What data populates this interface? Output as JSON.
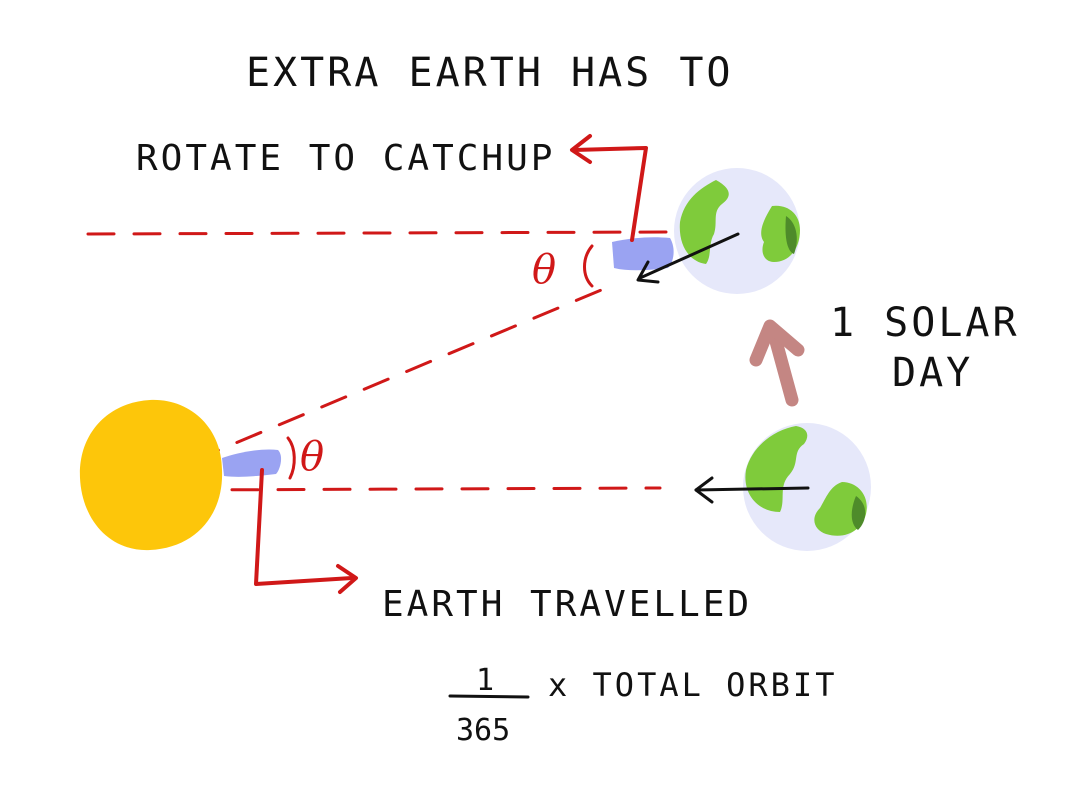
{
  "labels": {
    "extra_line1": "EXTRA EARTH HAS TO",
    "extra_line2": "ROTATE TO CATCHUP",
    "solar_day_line1": "1 SOLAR",
    "solar_day_line2": "DAY",
    "earth_travelled": "EARTH TRAVELLED",
    "fraction_numerator": "1",
    "fraction_denominator": "365",
    "times_total_orbit": "x TOTAL ORBIT"
  },
  "angle_symbols": {
    "top": "θ",
    "bottom": "θ"
  },
  "colors": {
    "sun": "#FDC60A",
    "earth_ocean": "#E6E8FA",
    "land_light": "#7FCB3B",
    "land_dark": "#4E8B2A",
    "reference_line": "#D01818",
    "arrow_black": "#111111",
    "day_arrow": "#C48683",
    "observer_patch": "#9AA3F2"
  }
}
